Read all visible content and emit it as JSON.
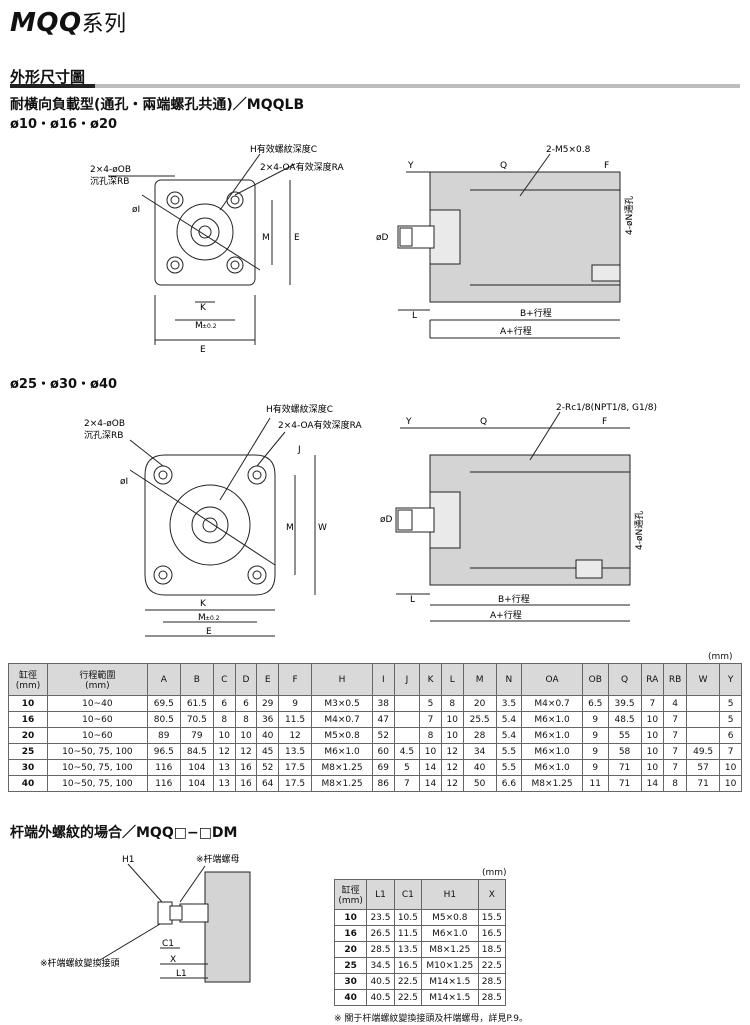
{
  "header": {
    "series_code": "MQQ",
    "series_suffix": "系列"
  },
  "section": {
    "title": "外形尺寸圖"
  },
  "mount_type": {
    "title": "耐橫向負載型(通孔・兩端螺孔共通)／MQQLB"
  },
  "size_groups": [
    "ø10・ø16・ø20",
    "ø25・ø30・ø40"
  ],
  "diagram_labels": {
    "h_thread": "H有效螺紋深度C",
    "oa_thread": "2×4-OA有效深度RA",
    "ob_hole": "2×4-øOB",
    "rb_depth": "沉孔深RB",
    "port_small": "2-M5×0.8",
    "port_large": "2-Rc1/8(NPT1/8, G1/8)",
    "n_through": "4-øN通孔",
    "b_stroke": "B+行程",
    "a_stroke": "A+行程",
    "letters": {
      "Y": "Y",
      "Q": "Q",
      "F": "F",
      "L": "L",
      "K": "K",
      "E": "E",
      "W": "W",
      "J": "J",
      "D": "øD",
      "I": "øI",
      "M": "M",
      "M_tol": "±0.2"
    }
  },
  "main_table": {
    "unit": "(mm)",
    "headers": [
      "缸徑\n(mm)",
      "行程範圍\n(mm)",
      "A",
      "B",
      "C",
      "D",
      "E",
      "F",
      "H",
      "I",
      "J",
      "K",
      "L",
      "M",
      "N",
      "OA",
      "OB",
      "Q",
      "RA",
      "RB",
      "W",
      "Y"
    ],
    "rows": [
      [
        "10",
        "10~40",
        "69.5",
        "61.5",
        "6",
        "6",
        "29",
        "9",
        "M3×0.5",
        "38",
        "",
        "5",
        "8",
        "20",
        "3.5",
        "M4×0.7",
        "6.5",
        "39.5",
        "7",
        "4",
        "",
        "5"
      ],
      [
        "16",
        "10~60",
        "80.5",
        "70.5",
        "8",
        "8",
        "36",
        "11.5",
        "M4×0.7",
        "47",
        "",
        "7",
        "10",
        "25.5",
        "5.4",
        "M6×1.0",
        "9",
        "48.5",
        "10",
        "7",
        "",
        "5"
      ],
      [
        "20",
        "10~60",
        "89",
        "79",
        "10",
        "10",
        "40",
        "12",
        "M5×0.8",
        "52",
        "",
        "8",
        "10",
        "28",
        "5.4",
        "M6×1.0",
        "9",
        "55",
        "10",
        "7",
        "",
        "6"
      ],
      [
        "25",
        "10~50, 75, 100",
        "96.5",
        "84.5",
        "12",
        "12",
        "45",
        "13.5",
        "M6×1.0",
        "60",
        "4.5",
        "10",
        "12",
        "34",
        "5.5",
        "M6×1.0",
        "9",
        "58",
        "10",
        "7",
        "49.5",
        "7"
      ],
      [
        "30",
        "10~50, 75, 100",
        "116",
        "104",
        "13",
        "16",
        "52",
        "17.5",
        "M8×1.25",
        "69",
        "5",
        "14",
        "12",
        "40",
        "5.5",
        "M6×1.0",
        "9",
        "71",
        "10",
        "7",
        "57",
        "10"
      ],
      [
        "40",
        "10~50, 75, 100",
        "116",
        "104",
        "13",
        "16",
        "64",
        "17.5",
        "M8×1.25",
        "86",
        "7",
        "14",
        "12",
        "50",
        "6.6",
        "M8×1.25",
        "11",
        "71",
        "14",
        "8",
        "71",
        "10"
      ]
    ]
  },
  "rod_section": {
    "title": "杆端外螺紋的場合／MQQ□−□DM",
    "labels": {
      "h1": "H1",
      "rod_nut": "※杆端螺母",
      "adapter": "※杆端螺紋變換接頭",
      "c1": "C1",
      "x": "X",
      "l1": "L1"
    },
    "unit": "(mm)",
    "headers": [
      "缸徑\n(mm)",
      "L1",
      "C1",
      "H1",
      "X"
    ],
    "rows": [
      [
        "10",
        "23.5",
        "10.5",
        "M5×0.8",
        "15.5"
      ],
      [
        "16",
        "26.5",
        "11.5",
        "M6×1.0",
        "16.5"
      ],
      [
        "20",
        "28.5",
        "13.5",
        "M8×1.25",
        "18.5"
      ],
      [
        "25",
        "34.5",
        "16.5",
        "M10×1.25",
        "22.5"
      ],
      [
        "30",
        "40.5",
        "22.5",
        "M14×1.5",
        "28.5"
      ],
      [
        "40",
        "40.5",
        "22.5",
        "M14×1.5",
        "28.5"
      ]
    ],
    "note": "※ 關于杆端螺紋變換接頭及杆端螺母，詳見P.9。"
  }
}
